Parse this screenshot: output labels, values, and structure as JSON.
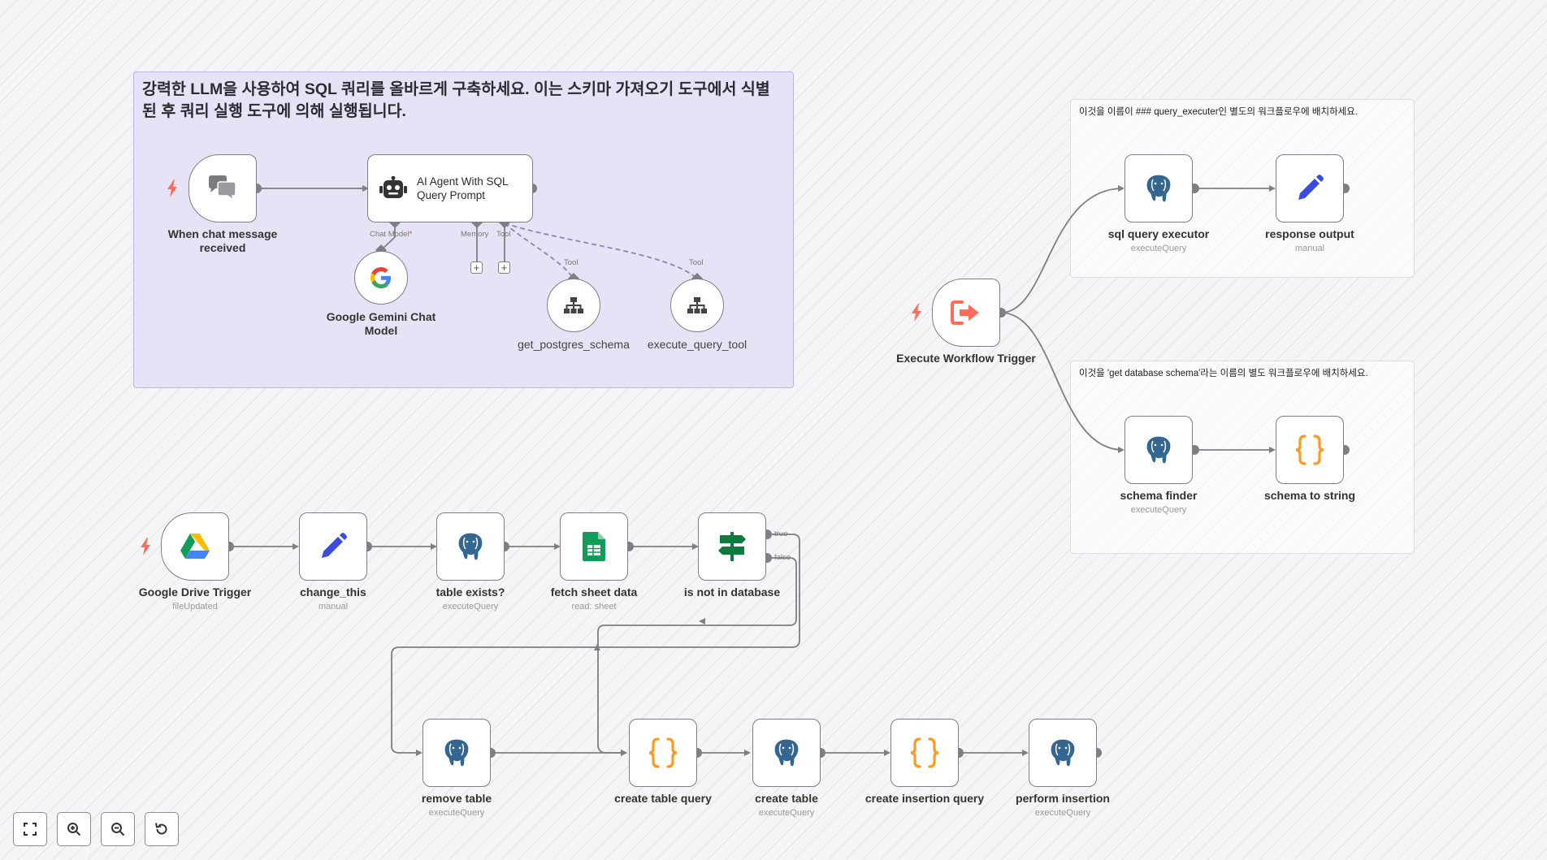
{
  "sticky_notes": {
    "main": "강력한 LLM을 사용하여 SQL 쿼리를 올바르게 구축하세요. 이는 스키마 가져오기 도구에서 식별된 후 쿼리 실행 도구에 의해 실행됩니다.",
    "query_executer": "이것을 이름이 ### query_executer인 별도의 워크플로우에 배치하세요.",
    "schema": "이것을 'get database schema'라는 이름의 별도 워크플로우에 배치하세요."
  },
  "nodes": {
    "chat_trigger": {
      "label": "When chat message received"
    },
    "ai_agent": {
      "label": "AI Agent With SQL Query Prompt"
    },
    "gemini": {
      "label": "Google Gemini Chat Model"
    },
    "get_schema_tool": {
      "label": "get_postgres_schema"
    },
    "execute_query_tool": {
      "label": "execute_query_tool"
    },
    "execute_workflow_trigger": {
      "label": "Execute Workflow Trigger"
    },
    "sql_query_executor": {
      "label": "sql query executor",
      "sub": "executeQuery"
    },
    "response_output": {
      "label": "response output",
      "sub": "manual"
    },
    "schema_finder": {
      "label": "schema finder",
      "sub": "executeQuery"
    },
    "schema_to_string": {
      "label": "schema to string"
    },
    "drive_trigger": {
      "label": "Google Drive Trigger",
      "sub": "fileUpdated"
    },
    "change_this": {
      "label": "change_this",
      "sub": "manual"
    },
    "table_exists": {
      "label": "table exists?",
      "sub": "executeQuery"
    },
    "fetch_sheet": {
      "label": "fetch sheet data",
      "sub": "read: sheet"
    },
    "is_not_in_db": {
      "label": "is not in database"
    },
    "remove_table": {
      "label": "remove table",
      "sub": "executeQuery"
    },
    "create_table_query": {
      "label": "create table query"
    },
    "create_table": {
      "label": "create table",
      "sub": "executeQuery"
    },
    "create_insertion_query": {
      "label": "create insertion query"
    },
    "perform_insertion": {
      "label": "perform insertion",
      "sub": "executeQuery"
    }
  },
  "ports": {
    "chat_model": "Chat Model",
    "chat_model_required": "*",
    "memory": "Memory",
    "tool": "Tool",
    "tool_a": "Tool",
    "tool_b": "Tool",
    "true": "true",
    "false": "false"
  },
  "colors": {
    "trigger_bolt": "#ff6d5a",
    "postgres_blue": "#336791",
    "pencil_blue": "#3b4bdd",
    "code_orange": "#ff9922",
    "sheets_green": "#0f9d58",
    "sticky_purple": "#e6e3f6",
    "edge": "#7e7e84"
  },
  "controls": [
    "fit-view-icon",
    "zoom-in-icon",
    "zoom-out-icon",
    "reset-zoom-icon"
  ]
}
